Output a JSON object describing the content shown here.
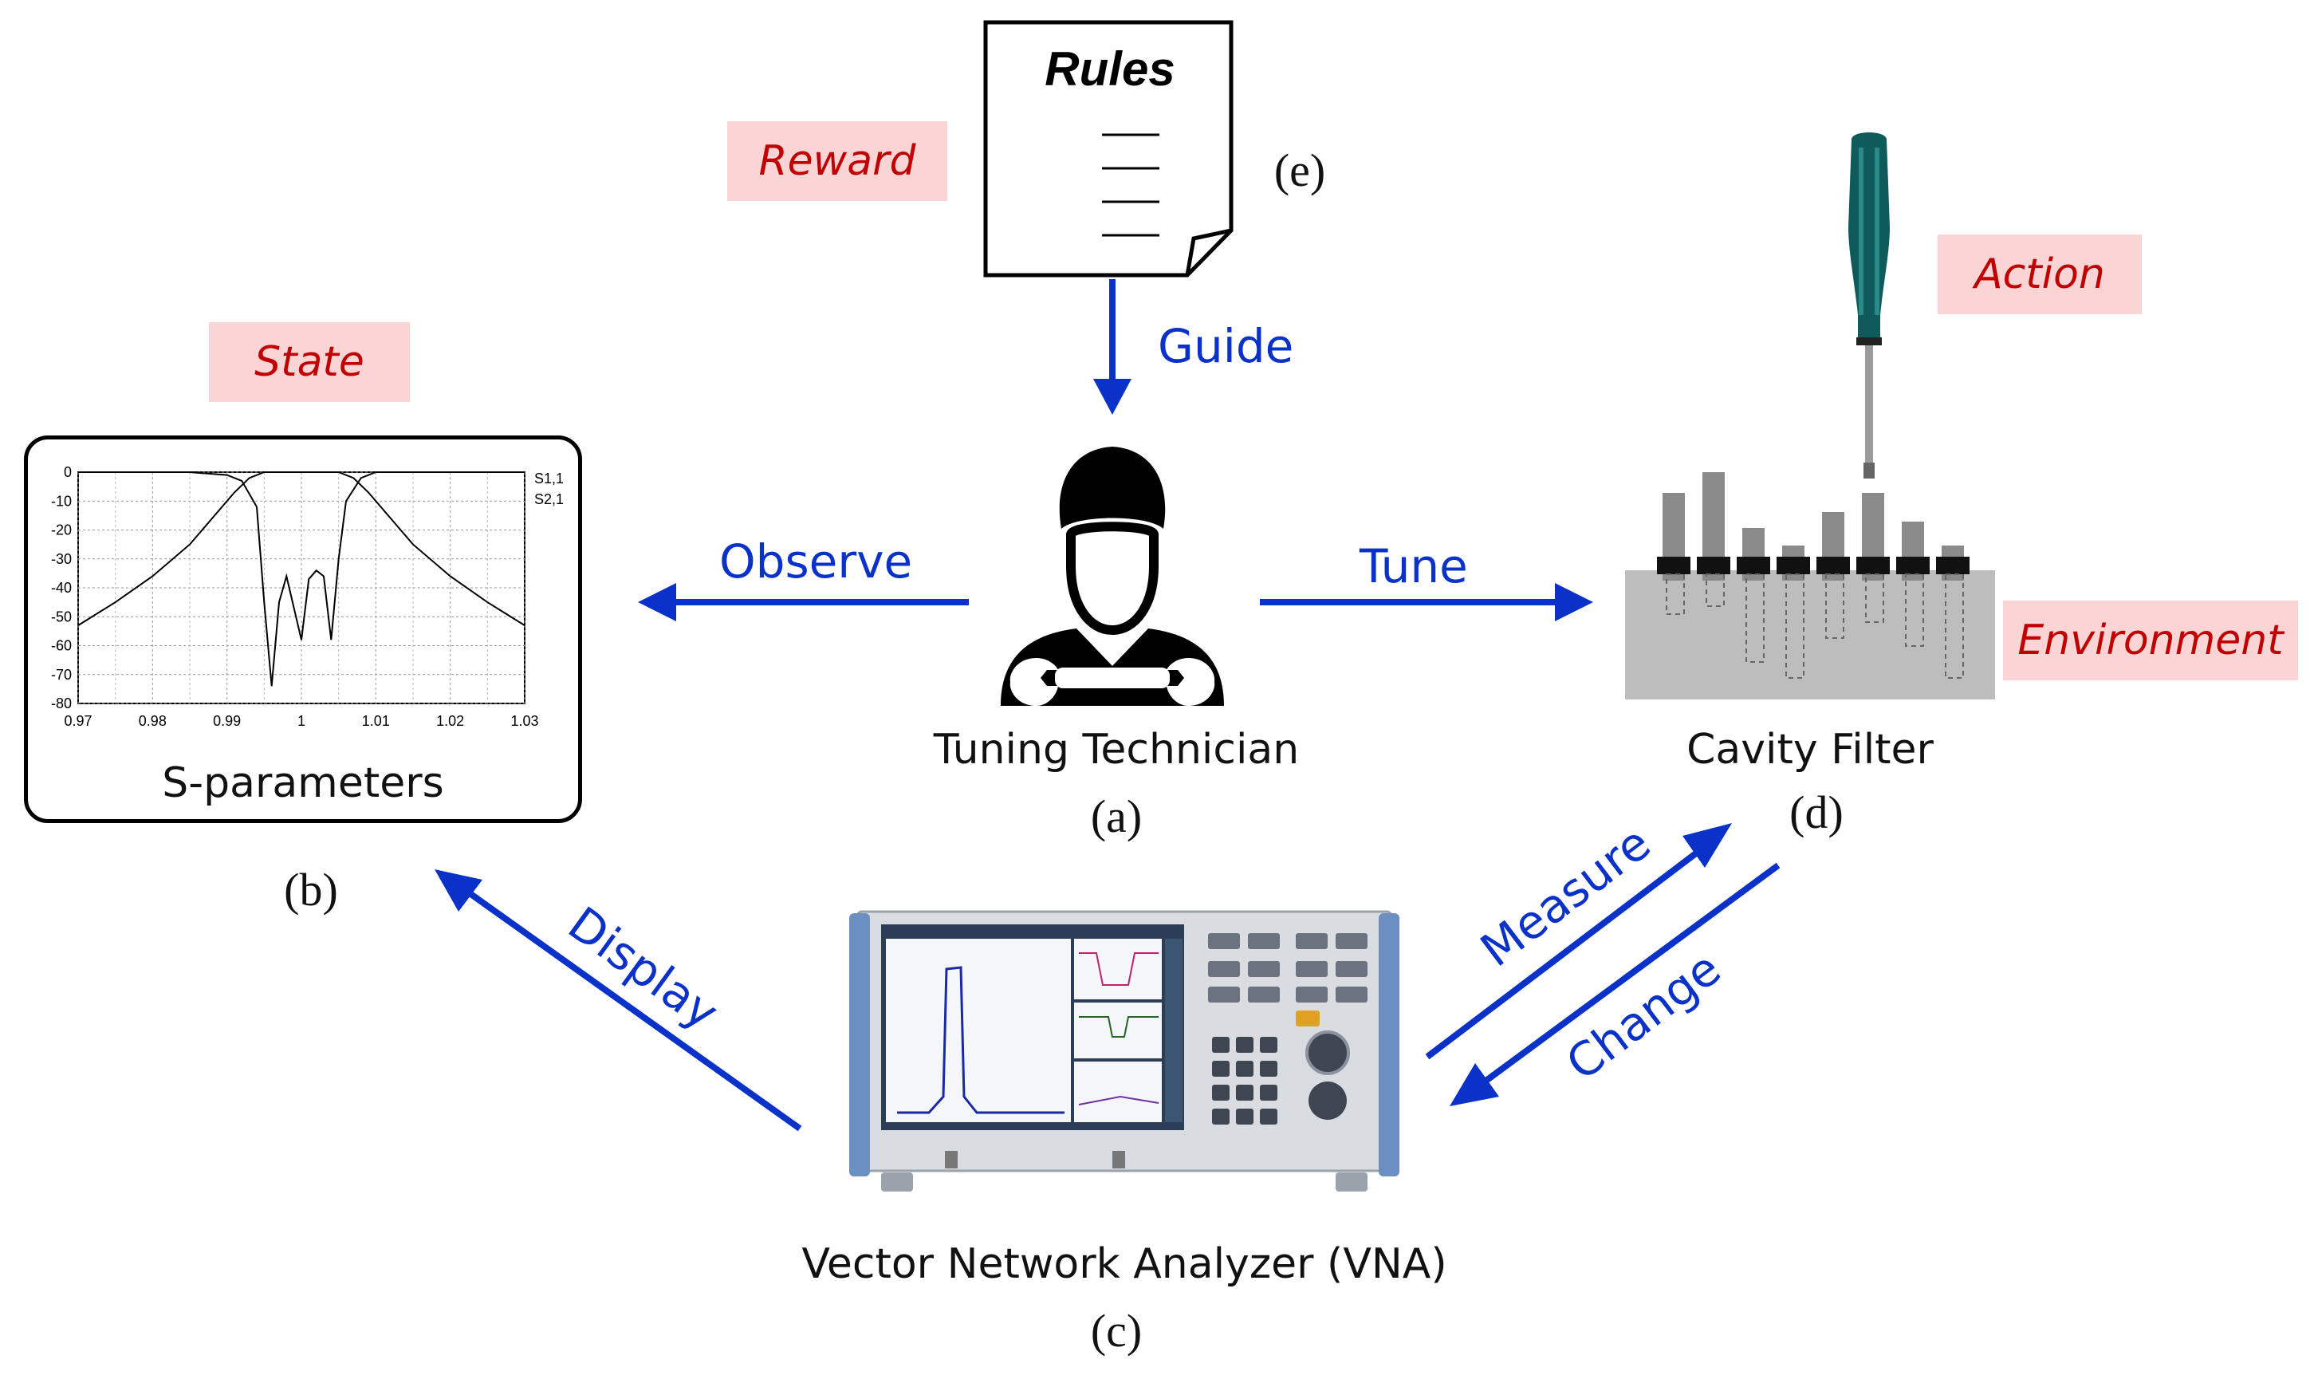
{
  "labels": {
    "rules": "Rules",
    "reward": "Reward",
    "state": "State",
    "action": "Action",
    "environment": "Environment",
    "guide": "Guide",
    "observe": "Observe",
    "tune": "Tune",
    "display": "Display",
    "measure": "Measure",
    "change": "Change",
    "tuning_technician": "Tuning Technician",
    "cavity_filter": "Cavity Filter",
    "s_parameters": "S-parameters",
    "vna": "Vector Network Analyzer (VNA)",
    "ref_a": "(a)",
    "ref_b": "(b)",
    "ref_c": "(c)",
    "ref_d": "(d)",
    "ref_e": "(e)"
  },
  "chart_data": {
    "type": "line",
    "xticks": [
      "0.97",
      "0.98",
      "0.99",
      "1",
      "1.01",
      "1.02",
      "1.03"
    ],
    "yticks": [
      "0",
      "-10",
      "-20",
      "-30",
      "-40",
      "-50",
      "-60",
      "-70",
      "-80"
    ],
    "xlim": [
      0.97,
      1.03
    ],
    "ylim": [
      -80,
      0
    ],
    "grid": true,
    "legend": [
      "S1,1",
      "S2,1"
    ],
    "series": [
      {
        "name": "S1,1",
        "x": [
          0.97,
          0.985,
          0.99,
          0.992,
          0.994,
          0.995,
          0.996,
          0.997,
          0.998,
          1.0,
          1.001,
          1.002,
          1.003,
          1.004,
          1.005,
          1.006,
          1.008,
          1.01,
          1.015,
          1.03
        ],
        "y": [
          0,
          0,
          -1,
          -3,
          -12,
          -45,
          -74,
          -45,
          -36,
          -58,
          -37,
          -34,
          -36,
          -58,
          -30,
          -10,
          -2,
          0,
          0,
          0
        ]
      },
      {
        "name": "S2,1",
        "x": [
          0.97,
          0.975,
          0.98,
          0.985,
          0.988,
          0.991,
          0.993,
          0.995,
          1.0,
          1.005,
          1.007,
          1.009,
          1.012,
          1.015,
          1.02,
          1.025,
          1.03
        ],
        "y": [
          -53,
          -45,
          -36,
          -25,
          -16,
          -7,
          -2,
          0,
          0,
          0,
          -2,
          -7,
          -16,
          -25,
          -36,
          -45,
          -53
        ]
      }
    ]
  }
}
